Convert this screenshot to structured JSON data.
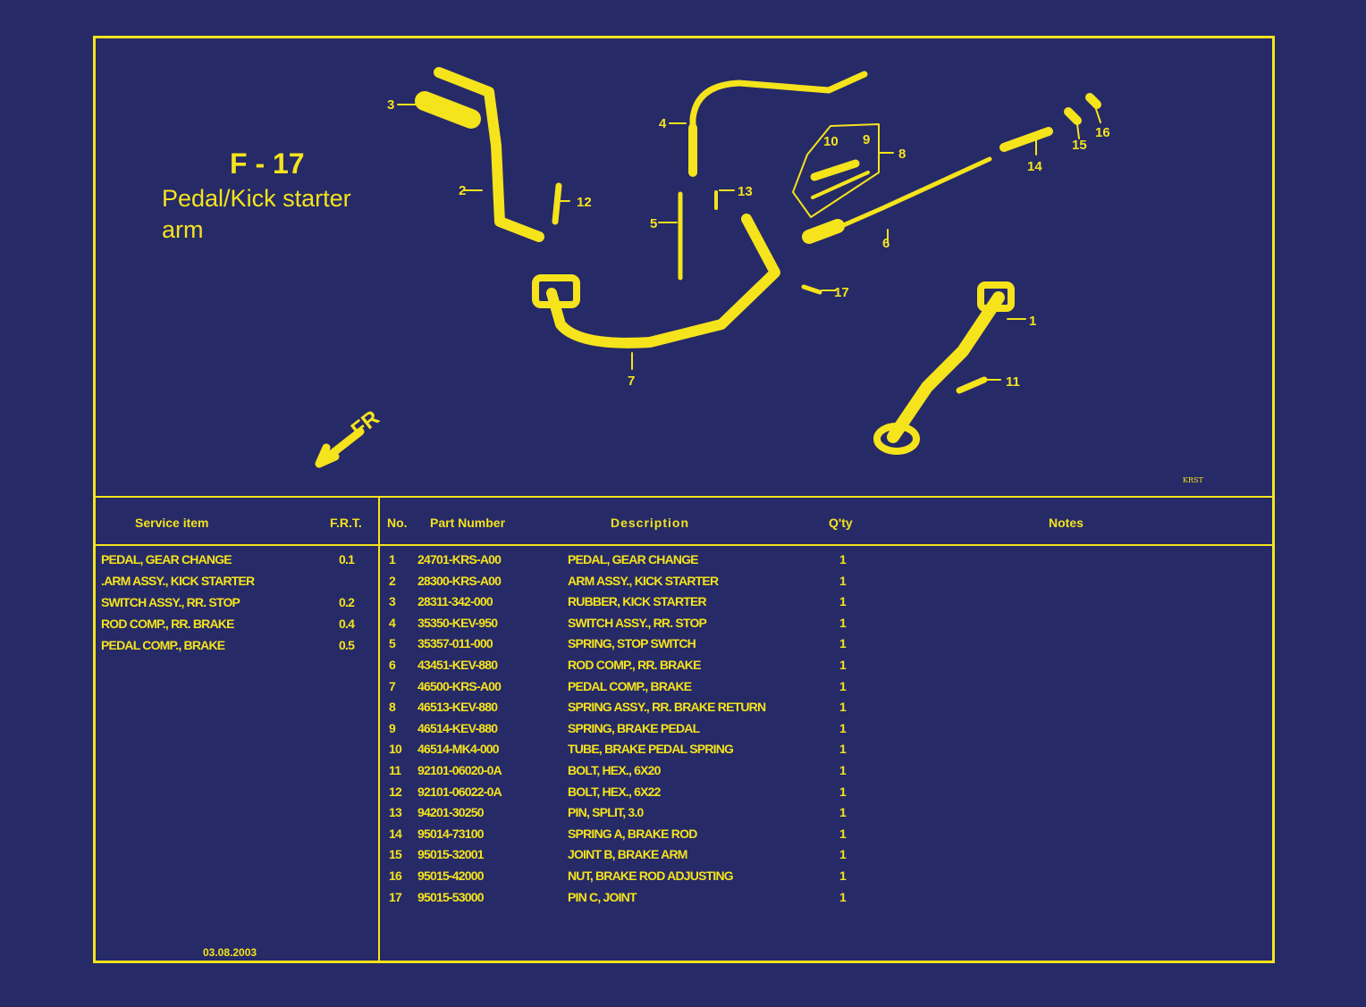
{
  "figure": {
    "code": "F - 17",
    "title": "Pedal/Kick starter arm",
    "ref_code": "KRST",
    "direction_label": "FR",
    "callouts": [
      "1",
      "2",
      "3",
      "4",
      "5",
      "6",
      "7",
      "8",
      "9",
      "10",
      "11",
      "12",
      "13",
      "14",
      "15",
      "16",
      "17"
    ]
  },
  "service_table": {
    "headers": {
      "item": "Service item",
      "frt": "F.R.T."
    },
    "rows": [
      {
        "item": "PEDAL, GEAR CHANGE",
        "frt": "0.1"
      },
      {
        "item": ".ARM ASSY., KICK STARTER",
        "frt": ""
      },
      {
        "item": "SWITCH ASSY., RR. STOP",
        "frt": "0.2"
      },
      {
        "item": "ROD COMP., RR. BRAKE",
        "frt": "0.4"
      },
      {
        "item": "PEDAL COMP., BRAKE",
        "frt": "0.5"
      }
    ],
    "date": "03.08.2003"
  },
  "parts_table": {
    "headers": {
      "no": "No.",
      "part_number": "Part Number",
      "description": "Description",
      "qty": "Q'ty",
      "notes": "Notes"
    },
    "rows": [
      {
        "no": "1",
        "part_number": "24701-KRS-A00",
        "description": "PEDAL, GEAR CHANGE",
        "qty": "1"
      },
      {
        "no": "2",
        "part_number": "28300-KRS-A00",
        "description": "ARM ASSY., KICK STARTER",
        "qty": "1"
      },
      {
        "no": "3",
        "part_number": "28311-342-000",
        "description": "RUBBER, KICK STARTER",
        "qty": "1"
      },
      {
        "no": "4",
        "part_number": "35350-KEV-950",
        "description": "SWITCH ASSY., RR. STOP",
        "qty": "1"
      },
      {
        "no": "5",
        "part_number": "35357-011-000",
        "description": "SPRING, STOP SWITCH",
        "qty": "1"
      },
      {
        "no": "6",
        "part_number": "43451-KEV-880",
        "description": "ROD COMP., RR. BRAKE",
        "qty": "1"
      },
      {
        "no": "7",
        "part_number": "46500-KRS-A00",
        "description": "PEDAL COMP., BRAKE",
        "qty": "1"
      },
      {
        "no": "8",
        "part_number": "46513-KEV-880",
        "description": "SPRING ASSY., RR. BRAKE RETURN",
        "qty": "1"
      },
      {
        "no": "9",
        "part_number": "46514-KEV-880",
        "description": "SPRING, BRAKE PEDAL",
        "qty": "1"
      },
      {
        "no": "10",
        "part_number": "46514-MK4-000",
        "description": "TUBE, BRAKE PEDAL SPRING",
        "qty": "1"
      },
      {
        "no": "11",
        "part_number": "92101-06020-0A",
        "description": "BOLT, HEX., 6X20",
        "qty": "1"
      },
      {
        "no": "12",
        "part_number": "92101-06022-0A",
        "description": "BOLT, HEX., 6X22",
        "qty": "1"
      },
      {
        "no": "13",
        "part_number": "94201-30250",
        "description": "PIN, SPLIT, 3.0",
        "qty": "1"
      },
      {
        "no": "14",
        "part_number": "95014-73100",
        "description": "SPRING A, BRAKE ROD",
        "qty": "1"
      },
      {
        "no": "15",
        "part_number": "95015-32001",
        "description": "JOINT B, BRAKE ARM",
        "qty": "1"
      },
      {
        "no": "16",
        "part_number": "95015-42000",
        "description": "NUT, BRAKE ROD ADJUSTING",
        "qty": "1"
      },
      {
        "no": "17",
        "part_number": "95015-53000",
        "description": "PIN C, JOINT",
        "qty": "1"
      }
    ]
  },
  "colors": {
    "background": "#262a67",
    "ink": "#f5e31c"
  }
}
